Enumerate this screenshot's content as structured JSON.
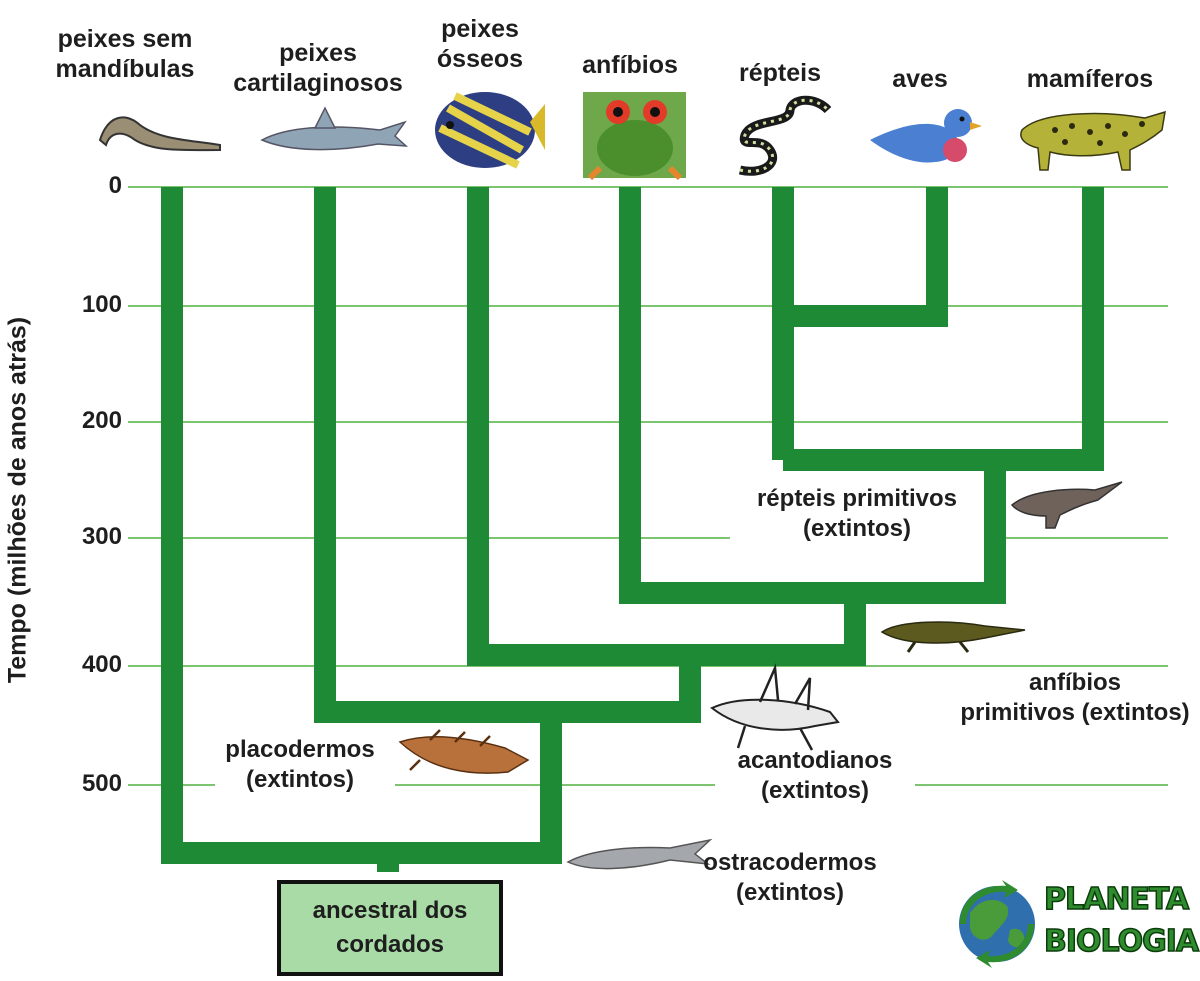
{
  "taxa": {
    "jawless": [
      "peixes sem",
      "mandíbulas"
    ],
    "cartilaginous": [
      "peixes",
      "cartilaginosos"
    ],
    "bony": [
      "peixes",
      "ósseos"
    ],
    "amphibians": [
      "anfíbios"
    ],
    "reptiles": [
      "répteis"
    ],
    "birds": [
      "aves"
    ],
    "mammals": [
      "mamíferos"
    ]
  },
  "extinct_groups": {
    "primitive_reptiles": [
      "répteis primitivos",
      "(extintos)"
    ],
    "primitive_amphibians": [
      "anfíbios",
      "primitivos (extintos)"
    ],
    "acanthodians": [
      "acantodianos",
      "(extintos)"
    ],
    "placoderms": [
      "placodermos",
      "(extintos)"
    ],
    "ostracoderms": [
      "ostracodermos",
      "(extintos)"
    ]
  },
  "root": [
    "ancestral dos",
    "cordados"
  ],
  "y_axis": {
    "label": "Tempo (milhões de anos atrás)",
    "ticks": [
      "0",
      "100",
      "200",
      "300",
      "400",
      "500"
    ]
  },
  "logo": [
    "PLANETA",
    "BIOLOGIA"
  ],
  "colors": {
    "branch": "#1f8a35",
    "grid": "#7cc46f",
    "root_fill": "#a9dba6"
  },
  "icons": [
    "lamprey-icon",
    "shark-icon",
    "angelfish-icon",
    "frog-icon",
    "snake-icon",
    "bird-icon",
    "jaguar-icon",
    "primitive-reptile-icon",
    "primitive-amphibian-icon",
    "acanthodian-icon",
    "placoderm-icon",
    "ostracoderm-icon",
    "globe-icon"
  ]
}
